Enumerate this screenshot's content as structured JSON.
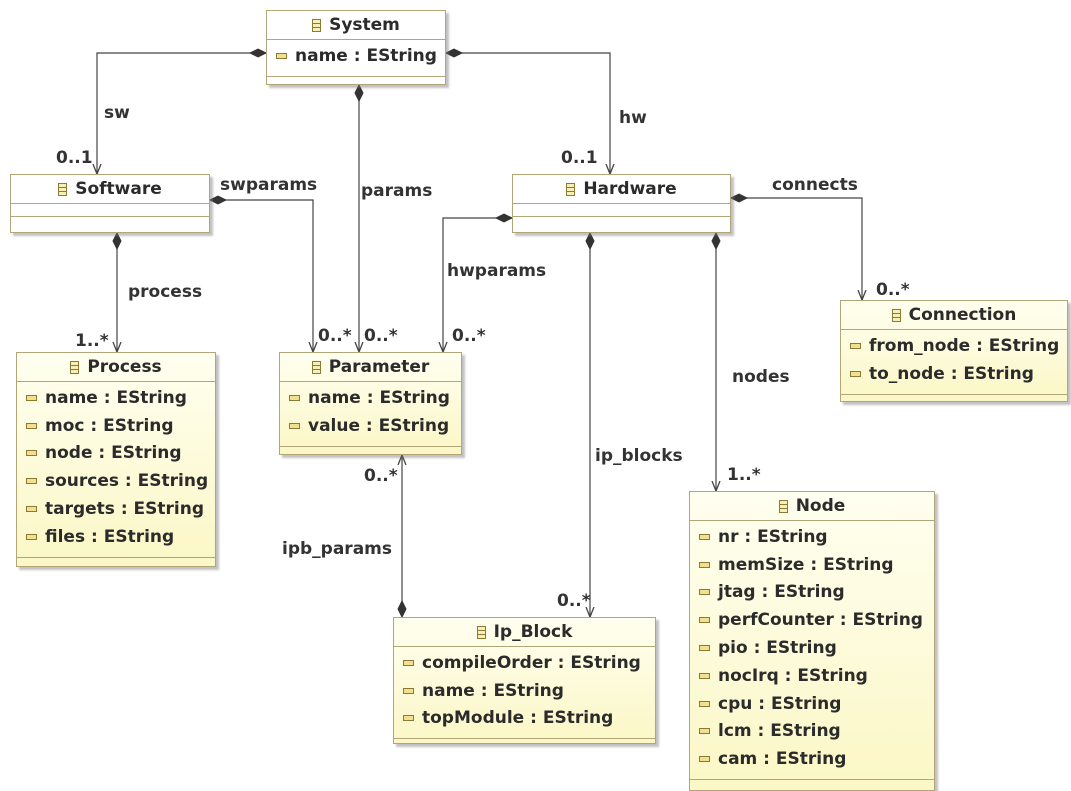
{
  "classes": {
    "system": {
      "name": "System",
      "attributes": [
        "name : EString"
      ]
    },
    "software": {
      "name": "Software",
      "attributes": []
    },
    "hardware": {
      "name": "Hardware",
      "attributes": []
    },
    "process": {
      "name": "Process",
      "attributes": [
        "name : EString",
        "moc : EString",
        "node : EString",
        "sources : EString",
        "targets : EString",
        "files : EString"
      ]
    },
    "parameter": {
      "name": "Parameter",
      "attributes": [
        "name : EString",
        "value : EString"
      ]
    },
    "connection": {
      "name": "Connection",
      "attributes": [
        "from_node : EString",
        "to_node : EString"
      ]
    },
    "ip_block": {
      "name": "Ip_Block",
      "attributes": [
        "compileOrder : EString",
        "name : EString",
        "topModule : EString"
      ]
    },
    "node": {
      "name": "Node",
      "attributes": [
        "nr : EString",
        "memSize : EString",
        "jtag : EString",
        "perfCounter : EString",
        "pio : EString",
        "nocIrq : EString",
        "cpu : EString",
        "lcm : EString",
        "cam : EString"
      ]
    }
  },
  "references": [
    {
      "id": "sw",
      "from": "System",
      "to": "Software",
      "label": "sw",
      "multiplicity": "0..1"
    },
    {
      "id": "hw",
      "from": "System",
      "to": "Hardware",
      "label": "hw",
      "multiplicity": "0..1"
    },
    {
      "id": "params",
      "from": "System",
      "to": "Parameter",
      "label": "params",
      "multiplicity": "0..*"
    },
    {
      "id": "swparams",
      "from": "Software",
      "to": "Parameter",
      "label": "swparams",
      "multiplicity": "0..*"
    },
    {
      "id": "process",
      "from": "Software",
      "to": "Process",
      "label": "process",
      "multiplicity": "1..*"
    },
    {
      "id": "hwparams",
      "from": "Hardware",
      "to": "Parameter",
      "label": "hwparams",
      "multiplicity": "0..*"
    },
    {
      "id": "connects",
      "from": "Hardware",
      "to": "Connection",
      "label": "connects",
      "multiplicity": "0..*"
    },
    {
      "id": "ip_blocks",
      "from": "Hardware",
      "to": "Ip_Block",
      "label": "ip_blocks",
      "multiplicity": "0..*"
    },
    {
      "id": "nodes",
      "from": "Hardware",
      "to": "Node",
      "label": "nodes",
      "multiplicity": "1..*"
    },
    {
      "id": "ipb_params",
      "from": "Ip_Block",
      "to": "Parameter",
      "label": "ipb_params",
      "multiplicity": "0..*"
    }
  ],
  "colors": {
    "class_fill": "#fbf7c6",
    "class_border": "#b2a679",
    "line": "#444444"
  }
}
